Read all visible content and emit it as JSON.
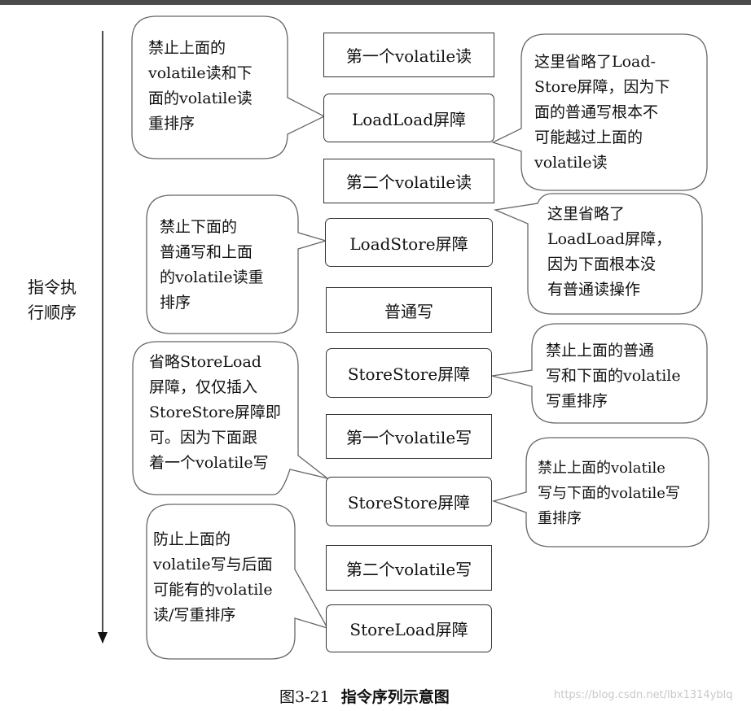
{
  "axis": {
    "label": "指令执\n行顺序"
  },
  "sequence": [
    "第一个volatile读",
    "LoadLoad屏障",
    "第二个volatile读",
    "LoadStore屏障",
    "普通写",
    "StoreStore屏障",
    "第一个volatile写",
    "StoreStore屏障",
    "第二个volatile写",
    "StoreLoad屏障"
  ],
  "callouts": [
    "禁止上面的\nvolatile读和下\n面的volatile读\n重排序",
    "这里省略了Load-\nStore屏障，因为下\n面的普通写根本不\n可能越过上面的\nvolatile读",
    "禁止下面的\n普通写和上面\n的volatile读重\n排序",
    "这里省略了\nLoadLoad屏障，\n因为下面根本没\n有普通读操作",
    "省略StoreLoad\n屏障，仅仅插入\nStoreStore屏障即\n可。因为下面跟\n着一个volatile写",
    "禁止上面的普通\n写和下面的volatile\n写重排序",
    "禁止上面的volatile\n写与下面的volatile写\n重排序",
    "防止上面的\nvolatile写与后面\n可能有的volatile\n读/写重排序"
  ],
  "caption": {
    "number": "图3-21",
    "title": "指令序列示意图"
  },
  "watermark": "https://blog.csdn.net/lbx1314yblq"
}
